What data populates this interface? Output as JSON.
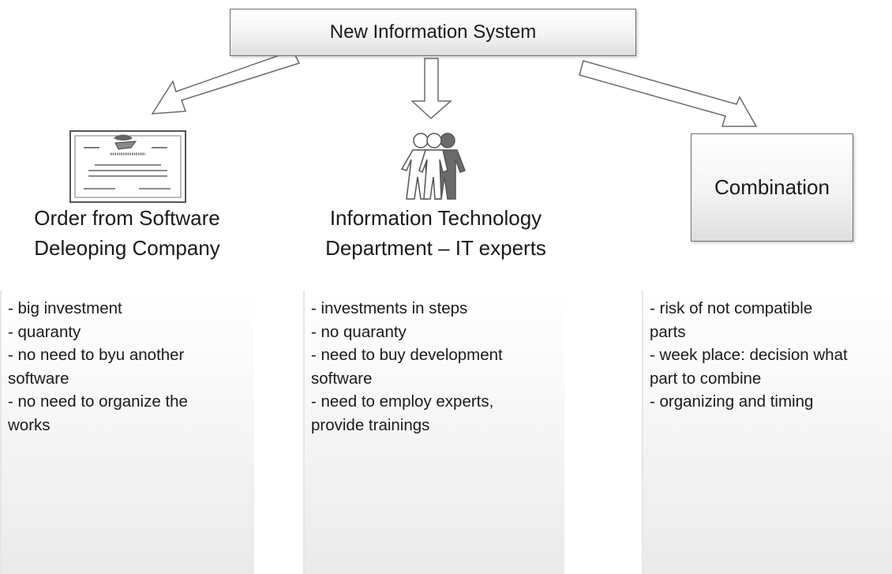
{
  "root": {
    "label": "New Information System"
  },
  "options": [
    {
      "title_line1": "Order from Software",
      "title_line2": "Deleoping Company",
      "icon": "certificate-icon"
    },
    {
      "title_line1": "Information Technology",
      "title_line2": "Department – IT experts",
      "icon": "people-icon"
    },
    {
      "title": "Combination"
    }
  ],
  "panels": [
    {
      "items": [
        "- big investment",
        "- quaranty",
        "- no need to byu another",
        "software",
        "- no need to organize the",
        "works"
      ]
    },
    {
      "items": [
        "- investments in steps",
        "- no quaranty",
        "- need to buy development",
        "software",
        "- need to employ experts,",
        "provide trainings"
      ]
    },
    {
      "items": [
        "- risk of not compatible",
        "parts",
        "- week place: decision what",
        "part to combine",
        "- organizing and timing"
      ]
    }
  ]
}
